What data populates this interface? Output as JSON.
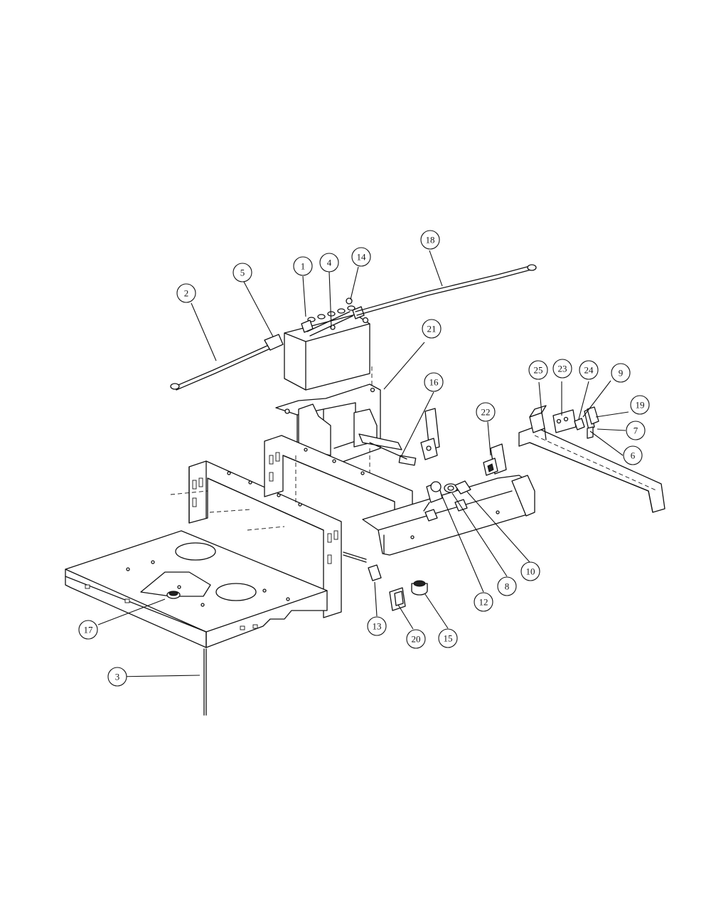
{
  "callouts": [
    {
      "id": "callout-1",
      "label": "1"
    },
    {
      "id": "callout-2",
      "label": "2"
    },
    {
      "id": "callout-3",
      "label": "3"
    },
    {
      "id": "callout-4",
      "label": "4"
    },
    {
      "id": "callout-5",
      "label": "5"
    },
    {
      "id": "callout-6",
      "label": "6"
    },
    {
      "id": "callout-7",
      "label": "7"
    },
    {
      "id": "callout-8",
      "label": "8"
    },
    {
      "id": "callout-9",
      "label": "9"
    },
    {
      "id": "callout-10",
      "label": "10"
    },
    {
      "id": "callout-12",
      "label": "12"
    },
    {
      "id": "callout-13",
      "label": "13"
    },
    {
      "id": "callout-14",
      "label": "14"
    },
    {
      "id": "callout-15",
      "label": "15"
    },
    {
      "id": "callout-16",
      "label": "16"
    },
    {
      "id": "callout-17",
      "label": "17"
    },
    {
      "id": "callout-18",
      "label": "18"
    },
    {
      "id": "callout-19",
      "label": "19"
    },
    {
      "id": "callout-20",
      "label": "20"
    },
    {
      "id": "callout-21",
      "label": "21"
    },
    {
      "id": "callout-22",
      "label": "22"
    },
    {
      "id": "callout-23",
      "label": "23"
    },
    {
      "id": "callout-24",
      "label": "24"
    },
    {
      "id": "callout-25",
      "label": "25"
    }
  ]
}
